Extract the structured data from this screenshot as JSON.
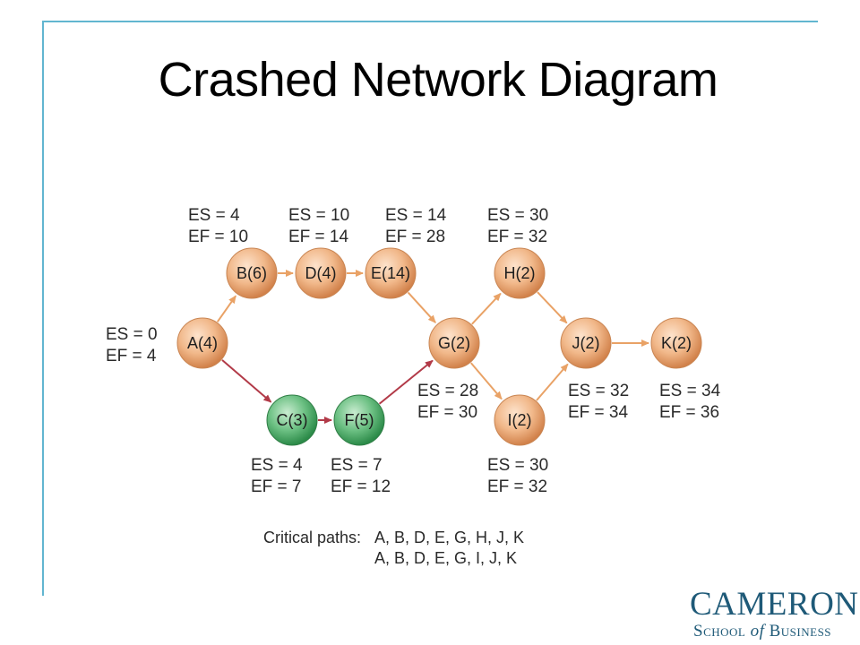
{
  "slide": {
    "title": "Crashed Network Diagram"
  },
  "nodes": [
    {
      "id": "A",
      "label": "A(4)",
      "color": "orange",
      "times": [
        "ES = 0",
        "EF = 4"
      ]
    },
    {
      "id": "B",
      "label": "B(6)",
      "color": "orange",
      "times": [
        "ES = 4",
        "EF = 10"
      ]
    },
    {
      "id": "D",
      "label": "D(4)",
      "color": "orange",
      "times": [
        "ES = 10",
        "EF = 14"
      ]
    },
    {
      "id": "E",
      "label": "E(14)",
      "color": "orange",
      "times": [
        "ES = 14",
        "EF = 28"
      ]
    },
    {
      "id": "C",
      "label": "C(3)",
      "color": "green",
      "times": [
        "ES = 4",
        "EF = 7"
      ]
    },
    {
      "id": "F",
      "label": "F(5)",
      "color": "green",
      "times": [
        "ES = 7",
        "EF = 12"
      ]
    },
    {
      "id": "G",
      "label": "G(2)",
      "color": "orange",
      "times": [
        "ES = 28",
        "EF = 30"
      ]
    },
    {
      "id": "H",
      "label": "H(2)",
      "color": "orange",
      "times": [
        "ES = 30",
        "EF = 32"
      ]
    },
    {
      "id": "I",
      "label": "I(2)",
      "color": "orange",
      "times": [
        "ES = 30",
        "EF = 32"
      ]
    },
    {
      "id": "J",
      "label": "J(2)",
      "color": "orange",
      "times": [
        "ES = 32",
        "EF = 34"
      ]
    },
    {
      "id": "K",
      "label": "K(2)",
      "color": "orange",
      "times": [
        "ES = 34",
        "EF = 36"
      ]
    }
  ],
  "edges": [
    {
      "from": "A",
      "to": "B",
      "color": "orange"
    },
    {
      "from": "B",
      "to": "D",
      "color": "orange"
    },
    {
      "from": "D",
      "to": "E",
      "color": "orange"
    },
    {
      "from": "E",
      "to": "G",
      "color": "orange"
    },
    {
      "from": "A",
      "to": "C",
      "color": "red"
    },
    {
      "from": "C",
      "to": "F",
      "color": "red"
    },
    {
      "from": "F",
      "to": "G",
      "color": "red"
    },
    {
      "from": "G",
      "to": "H",
      "color": "orange"
    },
    {
      "from": "G",
      "to": "I",
      "color": "orange"
    },
    {
      "from": "H",
      "to": "J",
      "color": "orange"
    },
    {
      "from": "I",
      "to": "J",
      "color": "orange"
    },
    {
      "from": "J",
      "to": "K",
      "color": "orange"
    }
  ],
  "critical_paths": {
    "label": "Critical paths:",
    "paths": [
      "A, B, D, E, G, H, J, K",
      "A, B, D, E, G, I, J, K"
    ]
  },
  "colors": {
    "frame": "#62b6d0",
    "orange_arrow": "#e9a266",
    "red_arrow": "#b23a48",
    "logo": "#1f5a78"
  },
  "logo": {
    "line1": "CAMERON",
    "line2_a": "School ",
    "line2_of": "of",
    "line2_b": " Business"
  }
}
